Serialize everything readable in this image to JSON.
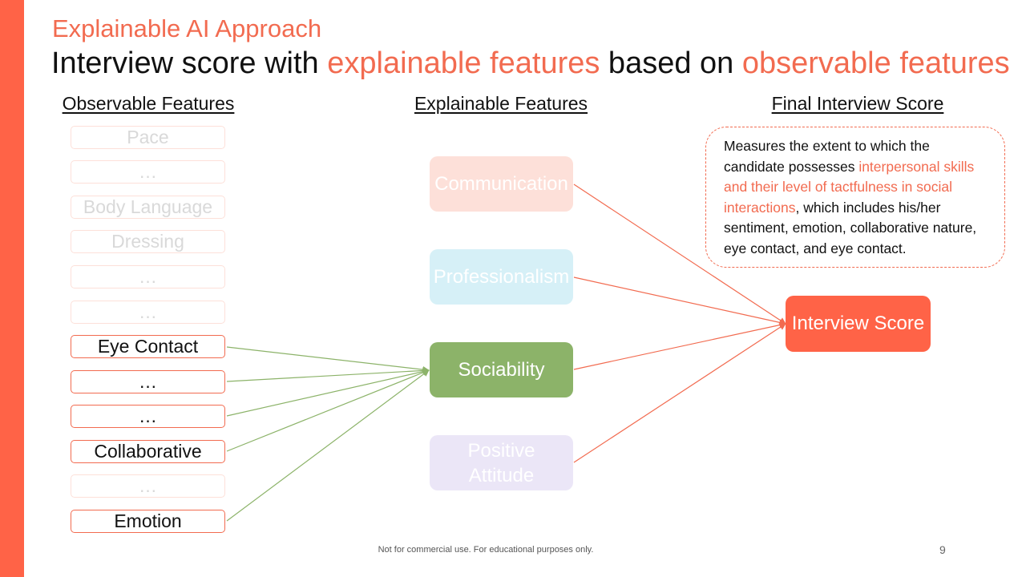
{
  "slide": {
    "subtitle": "Explainable AI Approach",
    "title": {
      "part1": "Interview score with ",
      "hl1": "explainable features",
      "part2": " based on ",
      "hl2": "observable features"
    },
    "col_observable": "Observable Features",
    "col_explainable": "Explainable Features",
    "col_final": "Final Interview Score",
    "footer": "Not for commercial use. For educational purposes only.",
    "page_number": "9"
  },
  "observable": [
    {
      "label": "Pace",
      "active": false
    },
    {
      "label": "…",
      "active": false
    },
    {
      "label": "Body Language",
      "active": false
    },
    {
      "label": "Dressing",
      "active": false
    },
    {
      "label": "…",
      "active": false
    },
    {
      "label": "…",
      "active": false
    },
    {
      "label": "Eye Contact",
      "active": true
    },
    {
      "label": "…",
      "active": true
    },
    {
      "label": "…",
      "active": true
    },
    {
      "label": "Collaborative",
      "active": true
    },
    {
      "label": "…",
      "active": false
    },
    {
      "label": "Emotion",
      "active": true
    }
  ],
  "explainable": [
    {
      "label": "Communication",
      "color": "#fde0d9",
      "text_color": "#ffffff"
    },
    {
      "label": "Professionalism",
      "color": "#d6f0f7",
      "text_color": "#ffffff"
    },
    {
      "label": "Sociability",
      "color": "#8cb369",
      "text_color": "#ffffff"
    },
    {
      "label": "Positive Attitude",
      "color": "#ebe6f7",
      "text_color": "#ffffff"
    }
  ],
  "score": {
    "label": "Interview Score",
    "color": "#ff6347"
  },
  "description": {
    "t1": "Measures the extent to which the candidate possesses ",
    "hl": "interpersonal skills and their level of tactfulness in social interactions",
    "t2": ", which includes his/her sentiment, emotion, collaborative nature, eye contact, and eye contact."
  },
  "colors": {
    "accent": "#f26b50",
    "green_line": "#8cb369",
    "red_line": "#f26b50"
  }
}
